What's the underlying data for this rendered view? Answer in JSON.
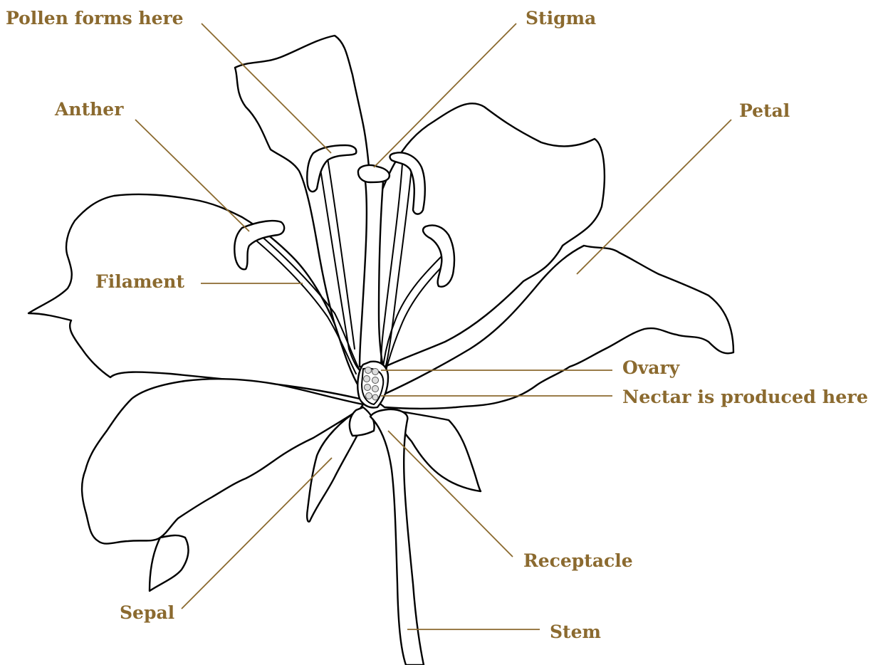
{
  "colors": {
    "label": "#8b6a2f",
    "line": "#8b6a2f",
    "outline": "#000000"
  },
  "labels": {
    "pollen": "Pollen forms here",
    "stigma": "Stigma",
    "anther": "Anther",
    "petal": "Petal",
    "filament": "Filament",
    "ovary": "Ovary",
    "nectar": "Nectar is produced here",
    "receptacle": "Receptacle",
    "sepal": "Sepal",
    "stem": "Stem"
  }
}
